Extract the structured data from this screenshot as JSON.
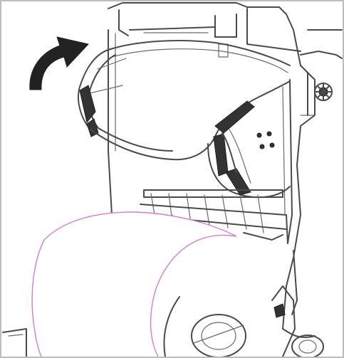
{
  "figure": {
    "arrow_direction": "clockwise",
    "icons": [
      "curved-arrow-icon",
      "printer-housing",
      "ribbon-roll",
      "paper-roll",
      "gear-icon"
    ],
    "colors": {
      "line": "#4a4a4a",
      "paper_edge": "#cf7fcf",
      "arrow": "#222222",
      "background": "#ffffff"
    }
  }
}
